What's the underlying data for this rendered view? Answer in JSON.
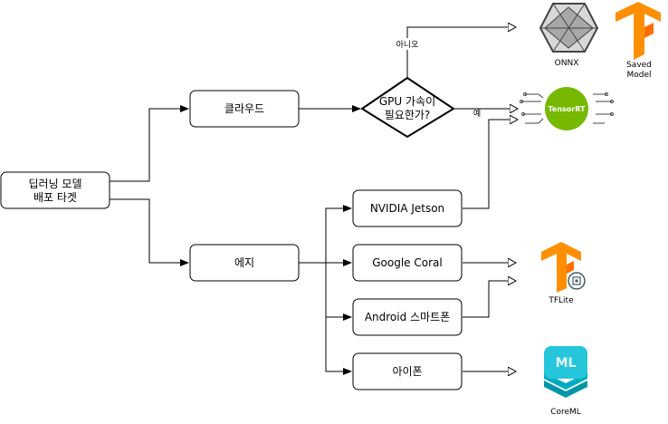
{
  "nodes": {
    "root_line1": "딥러닝 모델",
    "root_line2": "배포 타겟",
    "cloud": "클라우드",
    "edge": "에지",
    "decision_line1": "GPU 가속이",
    "decision_line2": "필요한가?",
    "nvidia_jetson": "NVIDIA Jetson",
    "google_coral": "Google Coral",
    "android": "Android 스마트폰",
    "iphone": "아이폰"
  },
  "edge_labels": {
    "no": "아니오",
    "yes": "예"
  },
  "targets": {
    "onnx": "ONNX",
    "saved_model_line1": "Saved",
    "saved_model_line2": "Model",
    "tensorrt_badge": "TensorRT",
    "tflite": "TFLite",
    "coreml": "CoreML"
  },
  "colors": {
    "tensorflow_orange": "#FF8F00",
    "tensorrt_green": "#76B900",
    "coreml_teal": "#26C6DA"
  }
}
